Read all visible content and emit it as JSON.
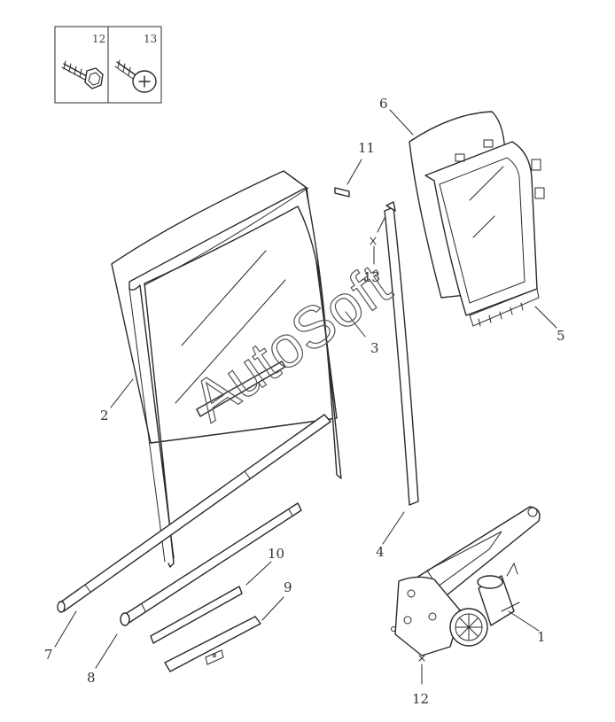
{
  "legend_box": {
    "screw_12": "12",
    "screw_13": "13"
  },
  "callouts": {
    "c1": "1",
    "c2": "2",
    "c3": "3",
    "c4": "4",
    "c5": "5",
    "c6": "6",
    "c7": "7",
    "c8": "8",
    "c9": "9",
    "c10": "10",
    "c11": "11",
    "c12": "12",
    "c13": "13"
  },
  "watermark": "AutoSoft"
}
